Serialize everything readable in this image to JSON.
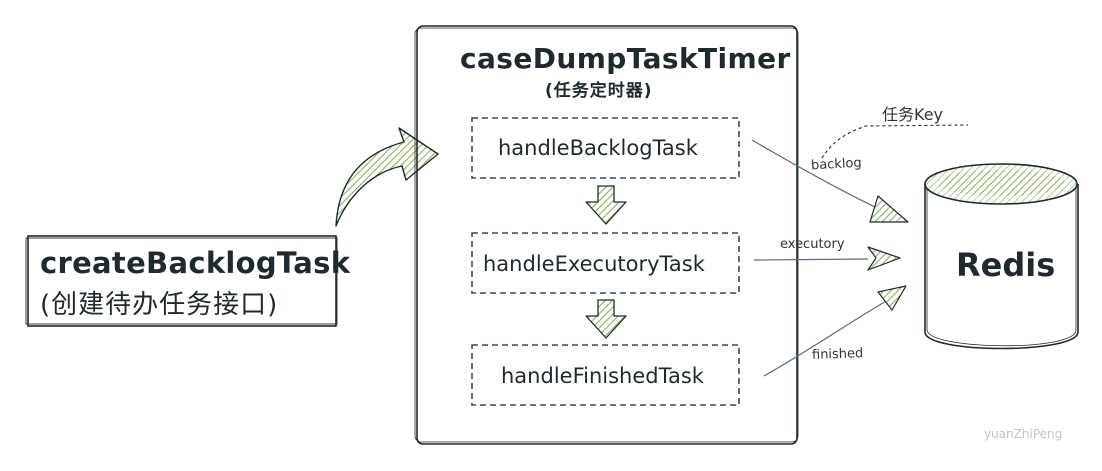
{
  "create_task": {
    "title": "createBacklogTask",
    "subtitle": "(创建待办任务接口)"
  },
  "timer": {
    "title": "caseDumpTaskTimer",
    "subtitle": "(任务定时器)",
    "steps": [
      {
        "label": "handleBacklogTask"
      },
      {
        "label": "handleExecutoryTask"
      },
      {
        "label": "handleFinishedTask"
      }
    ]
  },
  "redis": {
    "label": "Redis",
    "key_annotation": "任务Key"
  },
  "edges": {
    "backlog": "backlog",
    "executory": "executory",
    "finished": "finished"
  },
  "watermark": "yuanZhiPeng",
  "colors": {
    "ink": "#1f2a2e",
    "hatch_green": "#8bb356",
    "dash_border": "#3a4a56"
  }
}
